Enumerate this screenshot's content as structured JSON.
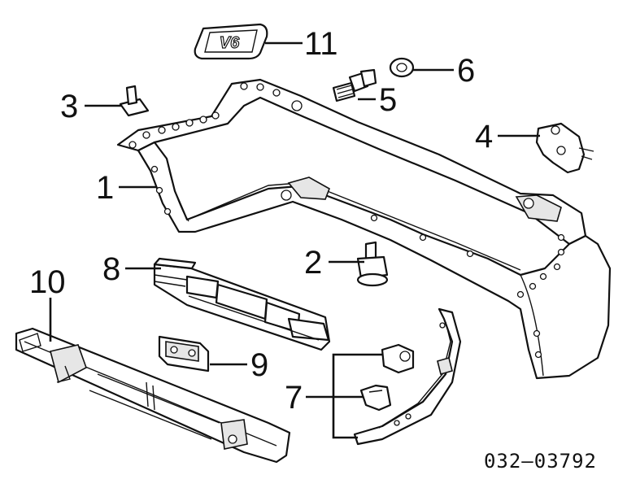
{
  "diagram": {
    "emblem_text": "V6",
    "drawing_code": "032–03792",
    "callouts": {
      "c1": "1",
      "c2": "2",
      "c3": "3",
      "c4": "4",
      "c5": "5",
      "c6": "6",
      "c7": "7",
      "c8": "8",
      "c9": "9",
      "c10": "10",
      "c11": "11"
    }
  }
}
